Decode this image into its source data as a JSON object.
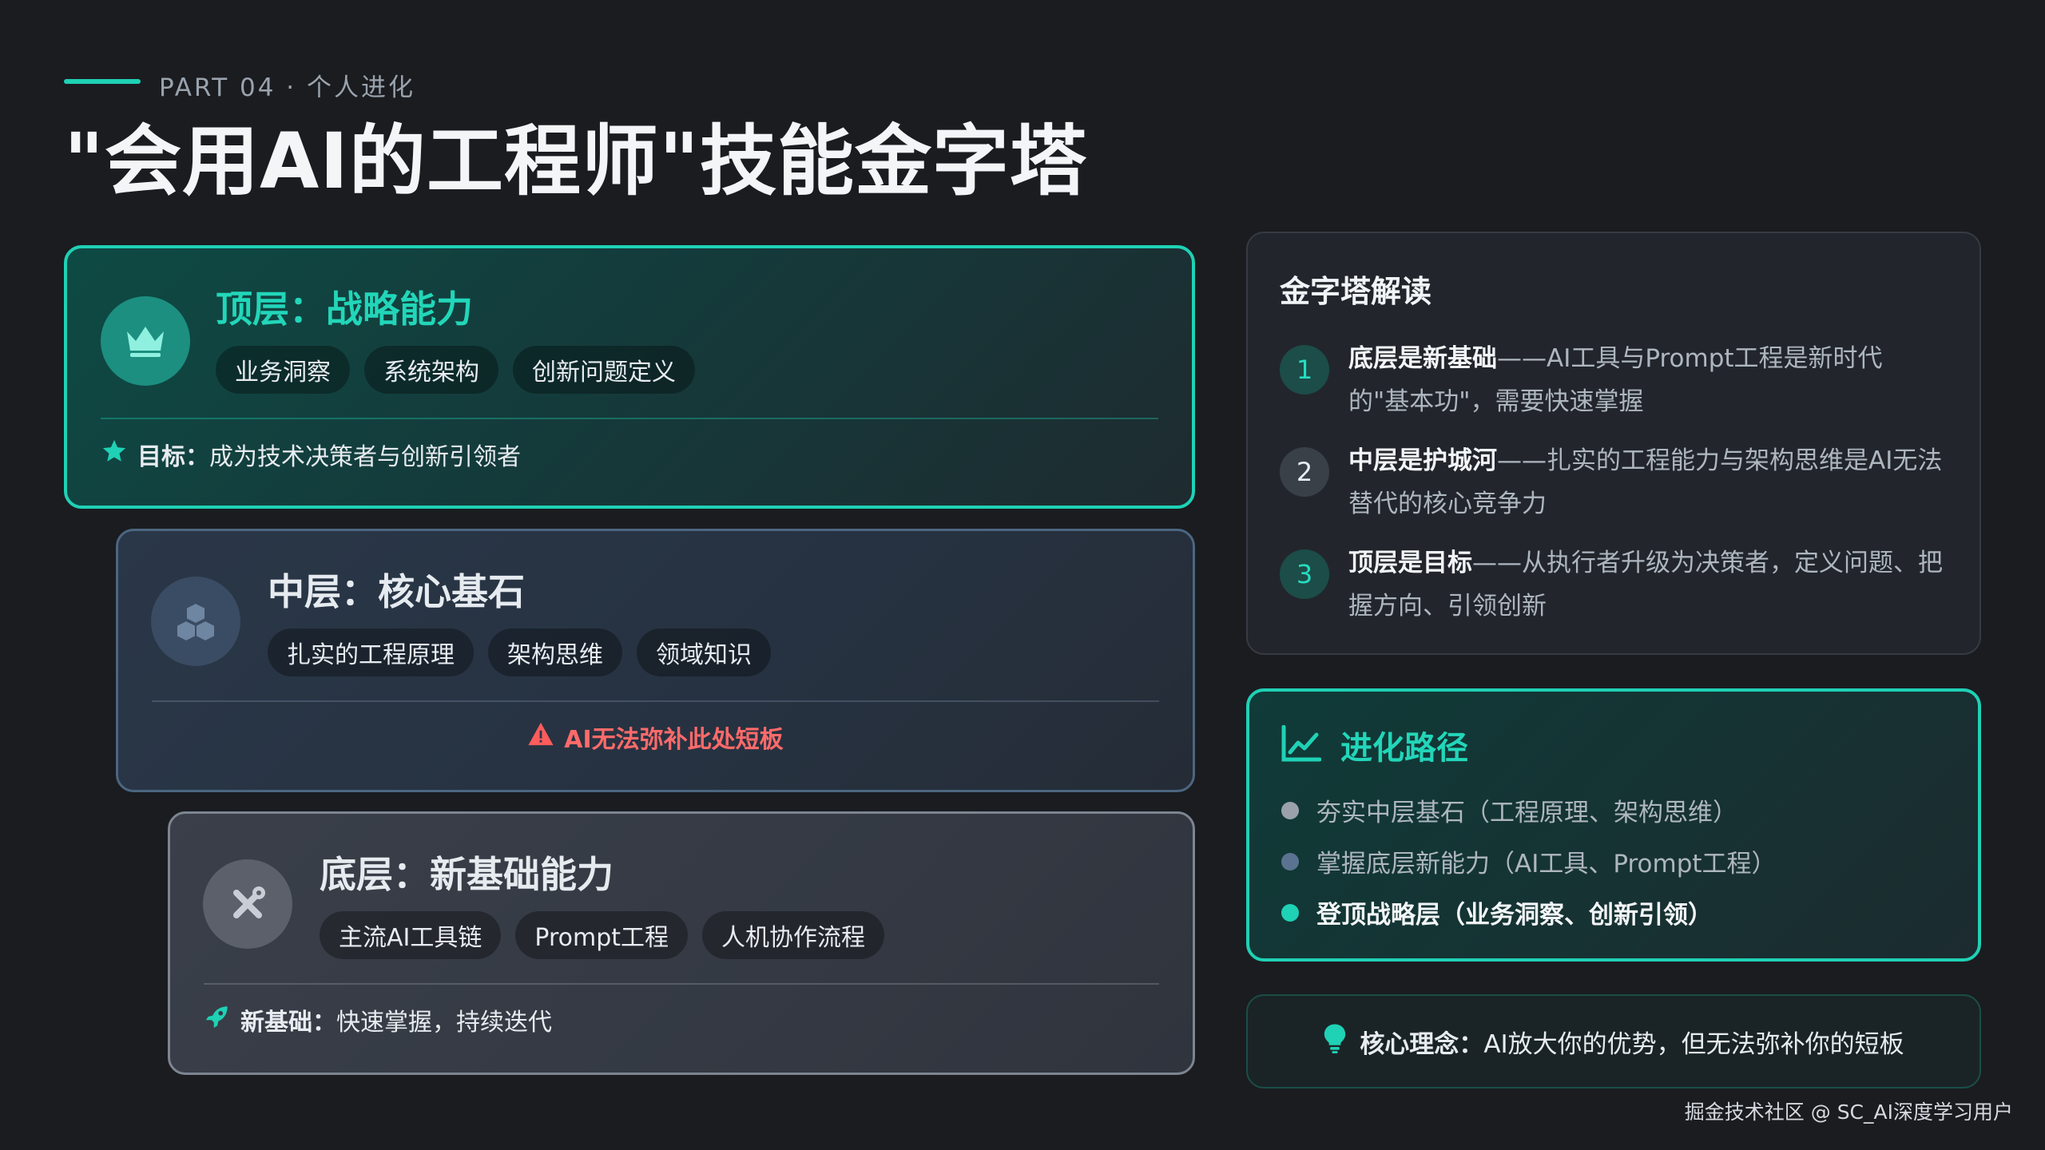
{
  "header": {
    "part_label": "PART 04 · 个人进化",
    "title": "\"会用AI的工程师\"技能金字塔"
  },
  "pyramid": {
    "top": {
      "title": "顶层：战略能力",
      "icon": "crown-icon",
      "tags": [
        "业务洞察",
        "系统架构",
        "创新问题定义"
      ],
      "note_key": "目标：",
      "note_text": "成为技术决策者与创新引领者",
      "note_icon": "star-icon"
    },
    "middle": {
      "title": "中层：核心基石",
      "icon": "cubes-icon",
      "tags": [
        "扎实的工程原理",
        "架构思维",
        "领域知识"
      ],
      "note_text": "AI无法弥补此处短板",
      "note_icon": "warning-icon"
    },
    "bottom": {
      "title": "底层：新基础能力",
      "icon": "tools-icon",
      "tags": [
        "主流AI工具链",
        "Prompt工程",
        "人机协作流程"
      ],
      "note_key": "新基础：",
      "note_text": "快速掌握，持续迭代",
      "note_icon": "rocket-icon"
    }
  },
  "interpretation": {
    "title": "金字塔解读",
    "items": [
      {
        "num": "1",
        "strong": "底层是新基础",
        "text": "——AI工具与Prompt工程是新时代的\"基本功\"，需要快速掌握"
      },
      {
        "num": "2",
        "strong": "中层是护城河",
        "text": "——扎实的工程能力与架构思维是AI无法替代的核心竞争力"
      },
      {
        "num": "3",
        "strong": "顶层是目标",
        "text": "——从执行者升级为决策者，定义问题、把握方向、引领创新"
      }
    ]
  },
  "evolution_path": {
    "title": "进化路径",
    "icon": "chart-line-icon",
    "items": [
      {
        "text": "夯实中层基石（工程原理、架构思维）",
        "dot_color": "#9aa1aa"
      },
      {
        "text": "掌握底层新能力（AI工具、Prompt工程）",
        "dot_color": "#5b7391"
      },
      {
        "text": "登顶战略层（业务洞察、创新引领）",
        "dot_color": "#1fd1b5"
      }
    ]
  },
  "core_idea": {
    "icon": "lightbulb-icon",
    "key": "核心理念：",
    "text": "AI放大你的优势，但无法弥补你的短板"
  },
  "watermark": "掘金技术社区 @ SC_AI深度学习用户",
  "colors": {
    "accent": "#1fd1b5",
    "warning": "#ff6a6a",
    "background": "#1a1c20"
  }
}
